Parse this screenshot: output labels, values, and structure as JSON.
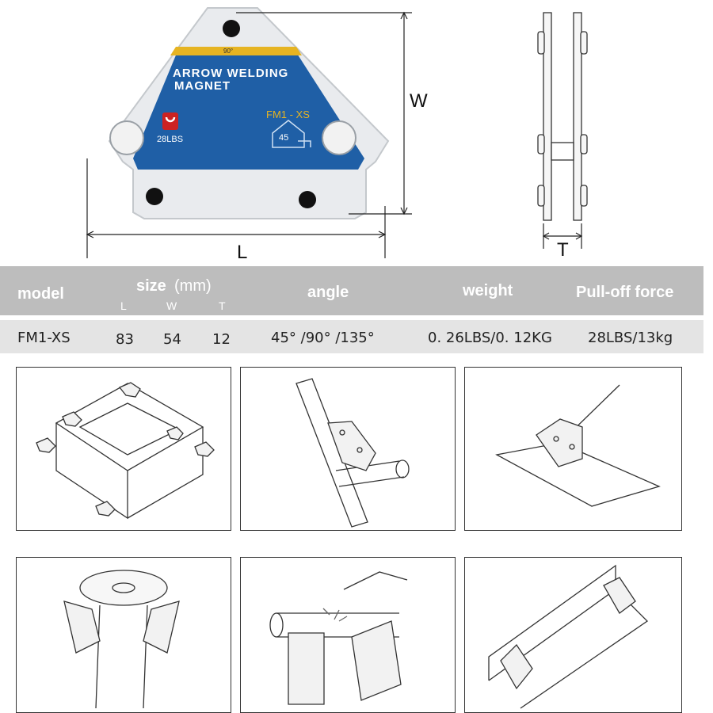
{
  "product": {
    "degree_mark": "90°",
    "title_line1": "ARROW WELDING",
    "title_line2": "MAGNET",
    "model_label": "FM1 - XS",
    "force_label": "28LBS",
    "angle_label": "45",
    "colors": {
      "blue": "#1f5fa6",
      "yellow": "#e6b422",
      "silver": "#e9ebee",
      "red": "#cc2222"
    }
  },
  "dimensions": {
    "width_label": "W",
    "length_label": "L",
    "thickness_label": "T"
  },
  "table": {
    "headers": {
      "model": "model",
      "size": "size",
      "size_unit": "(mm)",
      "angle": "angle",
      "weight": "weight",
      "force": "Pull-off force"
    },
    "subheaders": [
      "L",
      "W",
      "T"
    ],
    "row": {
      "model": "FM1-XS",
      "l": "83",
      "w": "54",
      "t": "12",
      "angle": "45°  /90°  /135°",
      "weight": "0. 26LBS/0. 12KG",
      "force": "28LBS/13kg"
    }
  },
  "usage_panels": [
    "box-frame-corners",
    "pipe-angle-joint",
    "sheet-right-angle",
    "pipe-flange-support",
    "welding-pipe-joint",
    "channel-frame"
  ]
}
